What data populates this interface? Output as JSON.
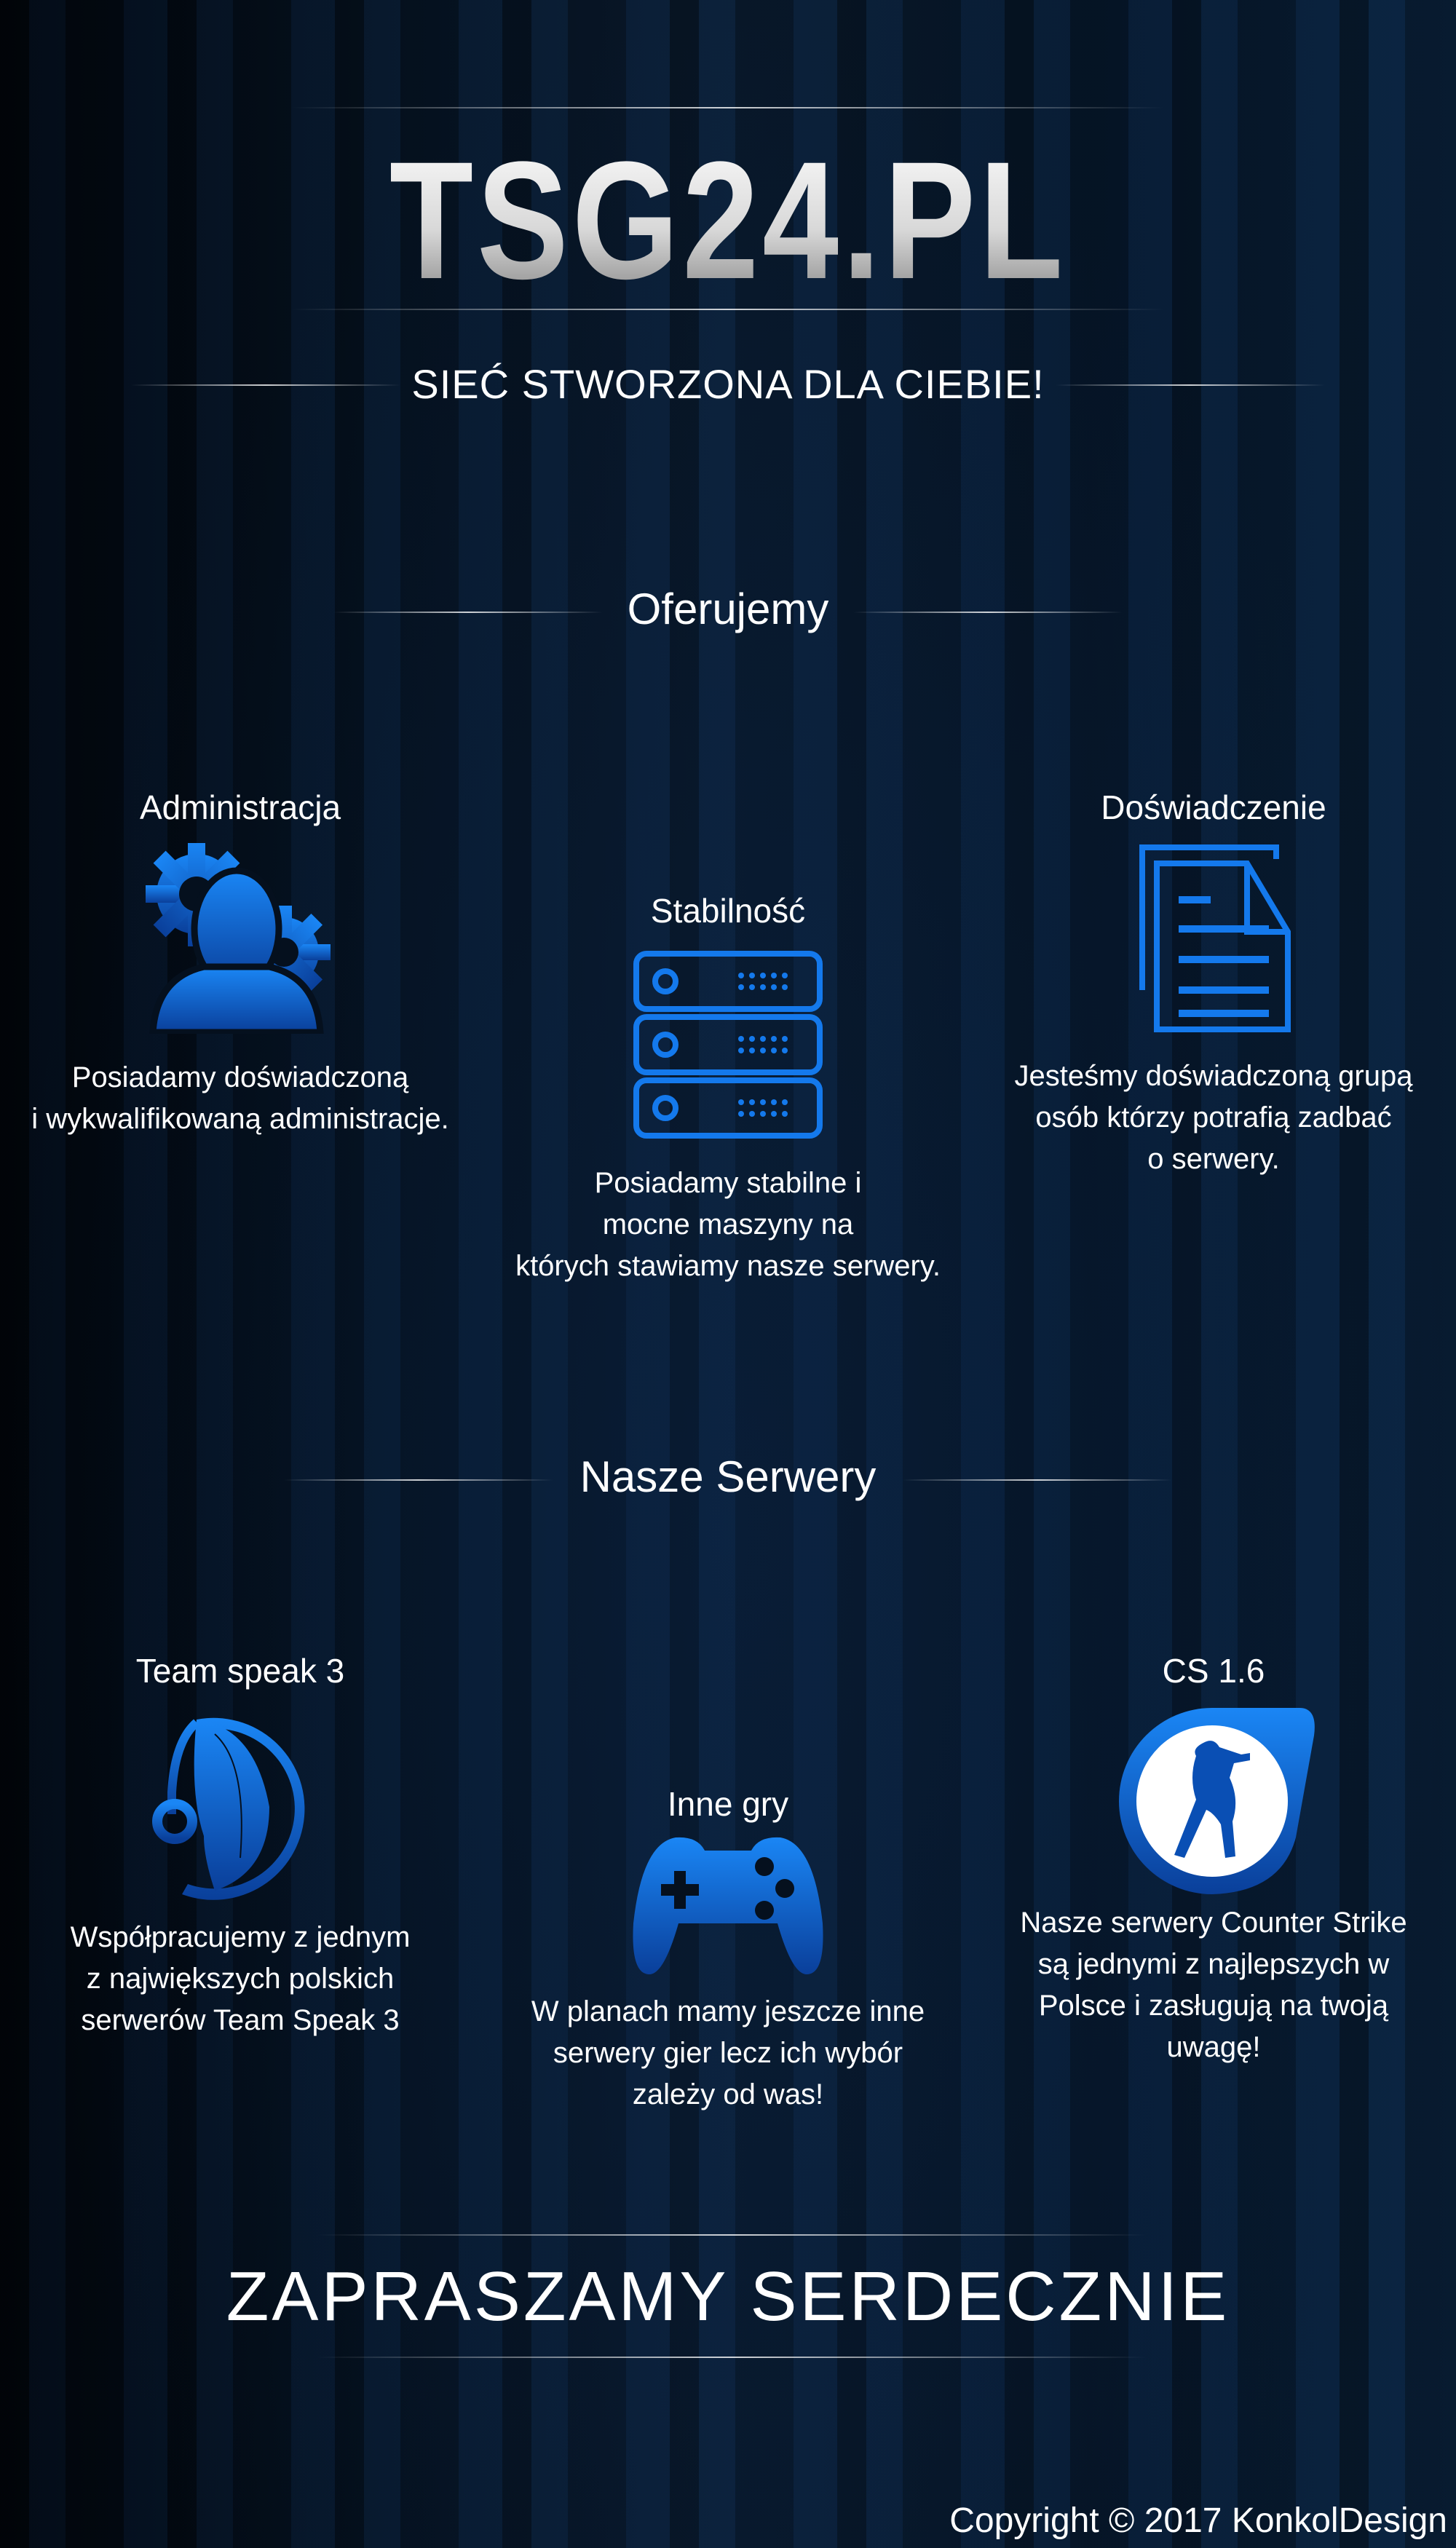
{
  "header": {
    "title": "TSG24.PL",
    "subtitle": "SIEĆ STWORZONA DLA CIEBIE!"
  },
  "offer": {
    "heading": "Oferujemy",
    "items": [
      {
        "label": "Administracja",
        "icon": "admin-gears-icon",
        "lines": [
          "Posiadamy doświadczoną",
          "i wykwalifikowaną administracje."
        ]
      },
      {
        "label": "Stabilność",
        "icon": "server-rack-icon",
        "lines": [
          "Posiadamy stabilne i",
          "mocne maszyny na",
          "których stawiamy nasze serwery."
        ]
      },
      {
        "label": "Doświadczenie",
        "icon": "document-icon",
        "lines": [
          "Jesteśmy doświadczoną grupą",
          "osób którzy potrafią zadbać",
          "o serwery."
        ]
      }
    ]
  },
  "servers": {
    "heading": "Nasze Serwery",
    "items": [
      {
        "label": "Team speak 3",
        "icon": "teamspeak-icon",
        "lines": [
          "Współpracujemy z jednym",
          "z największych polskich",
          "serwerów Team Speak 3"
        ]
      },
      {
        "label": "Inne gry",
        "icon": "gamepad-icon",
        "lines": [
          "W planach mamy jeszcze inne",
          "serwery gier lecz ich wybór",
          "zależy od was!"
        ]
      },
      {
        "label": "CS 1.6",
        "icon": "counter-strike-icon",
        "lines": [
          "Nasze serwery Counter Strike",
          "są jednymi z najlepszych w",
          "Polsce i zasługują na twoją",
          "uwagę!"
        ]
      }
    ]
  },
  "footer": {
    "invite": "ZAPRASZAMY SERDECZNIE",
    "copyright": "Copyright © 2017 KonkolDesign"
  },
  "colors": {
    "accent": "#0a6fe0",
    "accent_dark": "#0a3f9a"
  }
}
